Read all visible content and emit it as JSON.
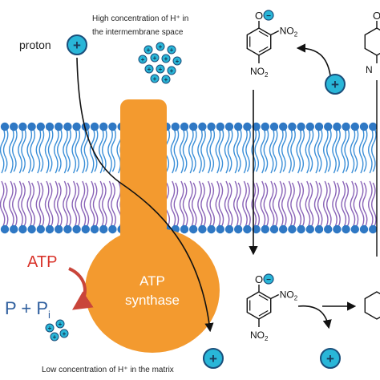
{
  "colors": {
    "head_blue": "#2f78c4",
    "tail_blue": "#3b8fd8",
    "tail_purple": "#8a64b8",
    "synthase_orange": "#f39a2f",
    "proton_fill": "#29b6d8",
    "atp_red": "#d9342b"
  },
  "labels": {
    "proton": "proton",
    "high_conc_line1": "High concentration of H⁺ in",
    "high_conc_line2": "the intermembrane space",
    "low_conc": "Low concentration of H⁺ in the matrix",
    "atp": "ATP",
    "adp_p": "P + P",
    "adp_sub": "i",
    "synthase_line1": "ATP",
    "synthase_line2": "synthase",
    "proton_symbol": "+",
    "phenoxide_o": "O",
    "no2": "NO",
    "no2_sub": "2",
    "minus": "−"
  }
}
